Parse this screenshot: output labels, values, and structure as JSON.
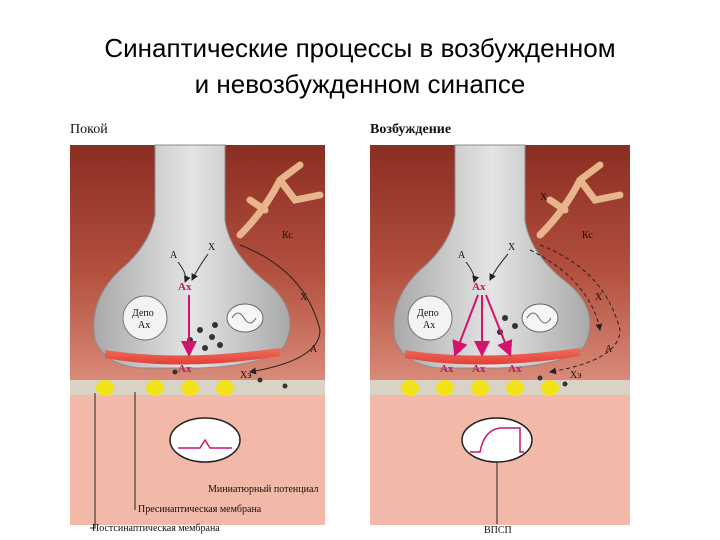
{
  "slide": {
    "title_line1": "Синаптические процессы в возбужденном",
    "title_line2": "и невозбужденном синапсе"
  },
  "panels": {
    "rest": {
      "heading": "Покой",
      "nerve_label": "Кс",
      "vesicle_depot": [
        "Депо",
        "Ах"
      ],
      "labels": {
        "a_top": "А",
        "x_top": "Х",
        "ax_center": "Ах",
        "x_side": "Х",
        "ax_cleft": "Ах",
        "a_bottom": "А",
        "xe": "Хэ"
      }
    },
    "excite": {
      "heading": "Возбуждение",
      "nerve_label": "Кс",
      "vesicle_depot": [
        "Депо",
        "Ах"
      ],
      "labels": {
        "a_top": "А",
        "x_top": "Х",
        "ax_center": "Ах",
        "x_side": "Х",
        "ax_cleft": [
          "Ах",
          "Ах",
          "Ах"
        ],
        "a_bottom": "А",
        "xe": "Хэ",
        "x_mid": "Х"
      }
    }
  },
  "captions": {
    "miniature_potential": "Миниатюрный потенциал",
    "presynaptic_membrane": "Пресинаптическая мембрана",
    "postsynaptic_membrane": "Постсинаптическая мембрана",
    "epsp": "ВПСП"
  },
  "colors": {
    "tissue_dark": "#9a3a2c",
    "tissue_light": "#d9837a",
    "terminal": "#c9c9c9",
    "cleft_band": "#e8524a",
    "post_membrane": "#f2b9a8",
    "receptor": "#f2e21a",
    "arrow_magenta": "#d4136c"
  }
}
